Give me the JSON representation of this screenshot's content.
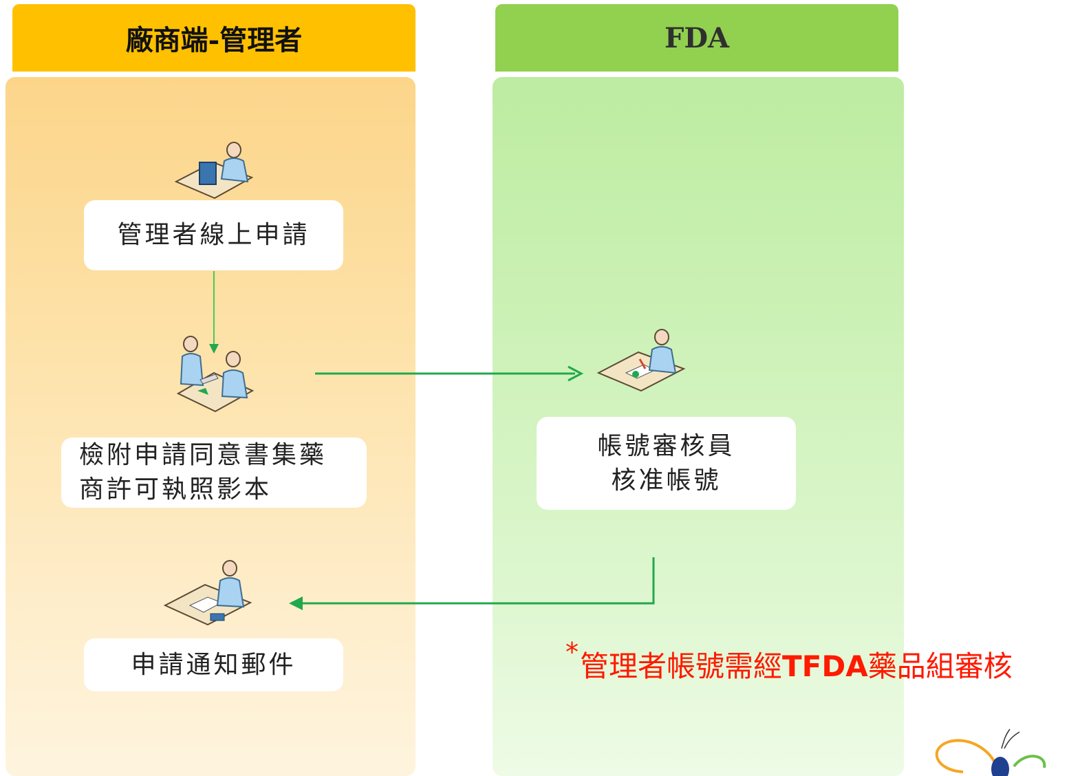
{
  "lanes": {
    "left": {
      "title": "廠商端-管理者"
    },
    "right": {
      "title": "FDA"
    }
  },
  "steps": {
    "apply_online": "管理者線上申請",
    "attach_docs": [
      "檢附申請同意書集藥",
      "商許可執照影本"
    ],
    "approve": [
      "帳號審核員",
      "核准帳號"
    ],
    "notify": "申請通知郵件"
  },
  "note": {
    "star": "*",
    "part1": "管理者帳號需經",
    "bold": "TFDA",
    "part2": "藥品組審核"
  },
  "colors": {
    "left_header": "#ffc000",
    "right_header": "#92d050",
    "arrow": "#21a84d",
    "note": "#ff1a00"
  },
  "icons": [
    "person-at-computer-icon",
    "two-people-exchange-icon",
    "person-reviewing-document-icon",
    "person-writing-icon",
    "butterfly-logo-icon"
  ]
}
